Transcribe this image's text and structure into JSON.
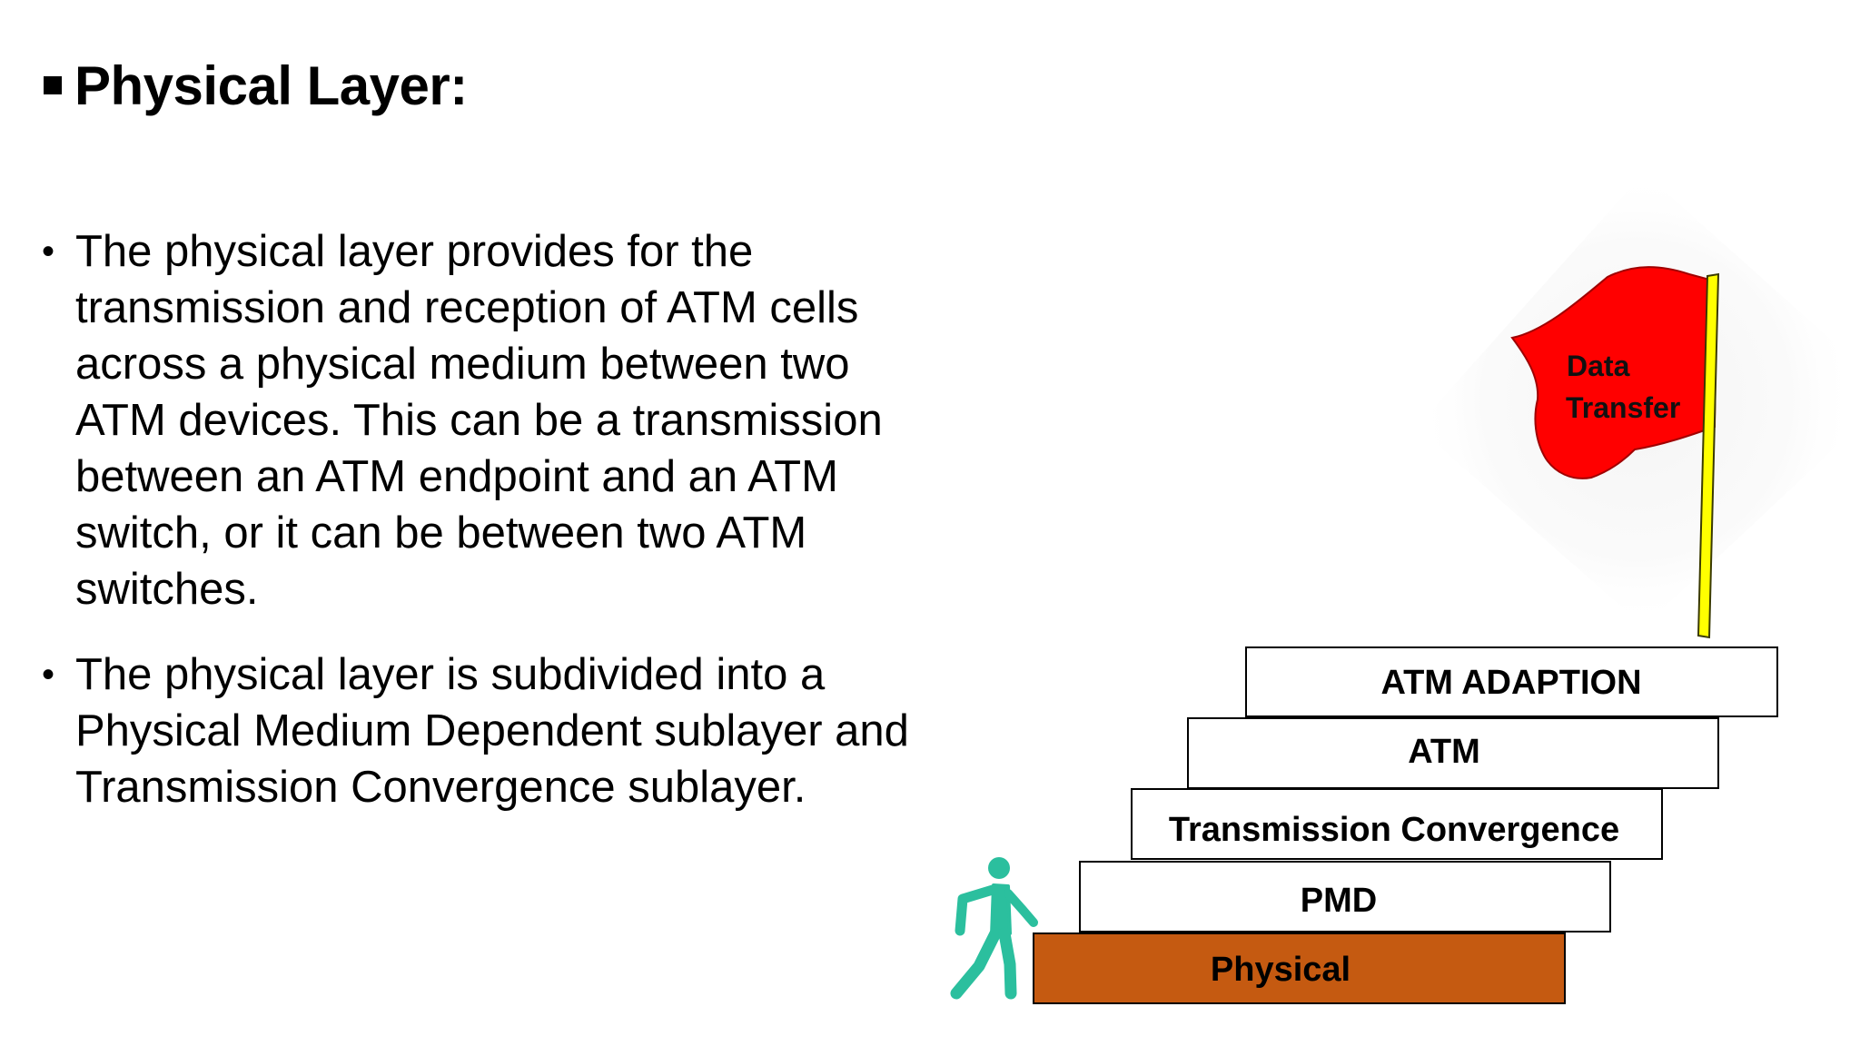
{
  "slide": {
    "title": "Physical Layer:",
    "bullets": [
      "The physical layer provides for the transmission and reception of ATM cells across a physical medium between two ATM devices. This can be a transmission between an ATM endpoint and an ATM switch, or it can be between two ATM switches.",
      "The physical layer is subdivided into a Physical Medium Dependent sublayer and Transmission Convergence sublayer."
    ]
  },
  "diagram": {
    "steps": [
      {
        "label": "Physical",
        "highlighted": true
      },
      {
        "label": "PMD",
        "highlighted": false
      },
      {
        "label": "Transmission Convergence",
        "highlighted": false
      },
      {
        "label": "ATM",
        "highlighted": false
      },
      {
        "label": "ATM ADAPTION",
        "highlighted": false
      }
    ],
    "flag": {
      "line1": "Data",
      "line2": "Transfer"
    },
    "icons": [
      "walking-person-icon",
      "flag-icon"
    ],
    "colors": {
      "highlight_step": "#c55a11",
      "step_fill": "#ffffff",
      "flag": "#ff0000",
      "pole": "#ffff00",
      "person": "#2bbf9e"
    }
  }
}
